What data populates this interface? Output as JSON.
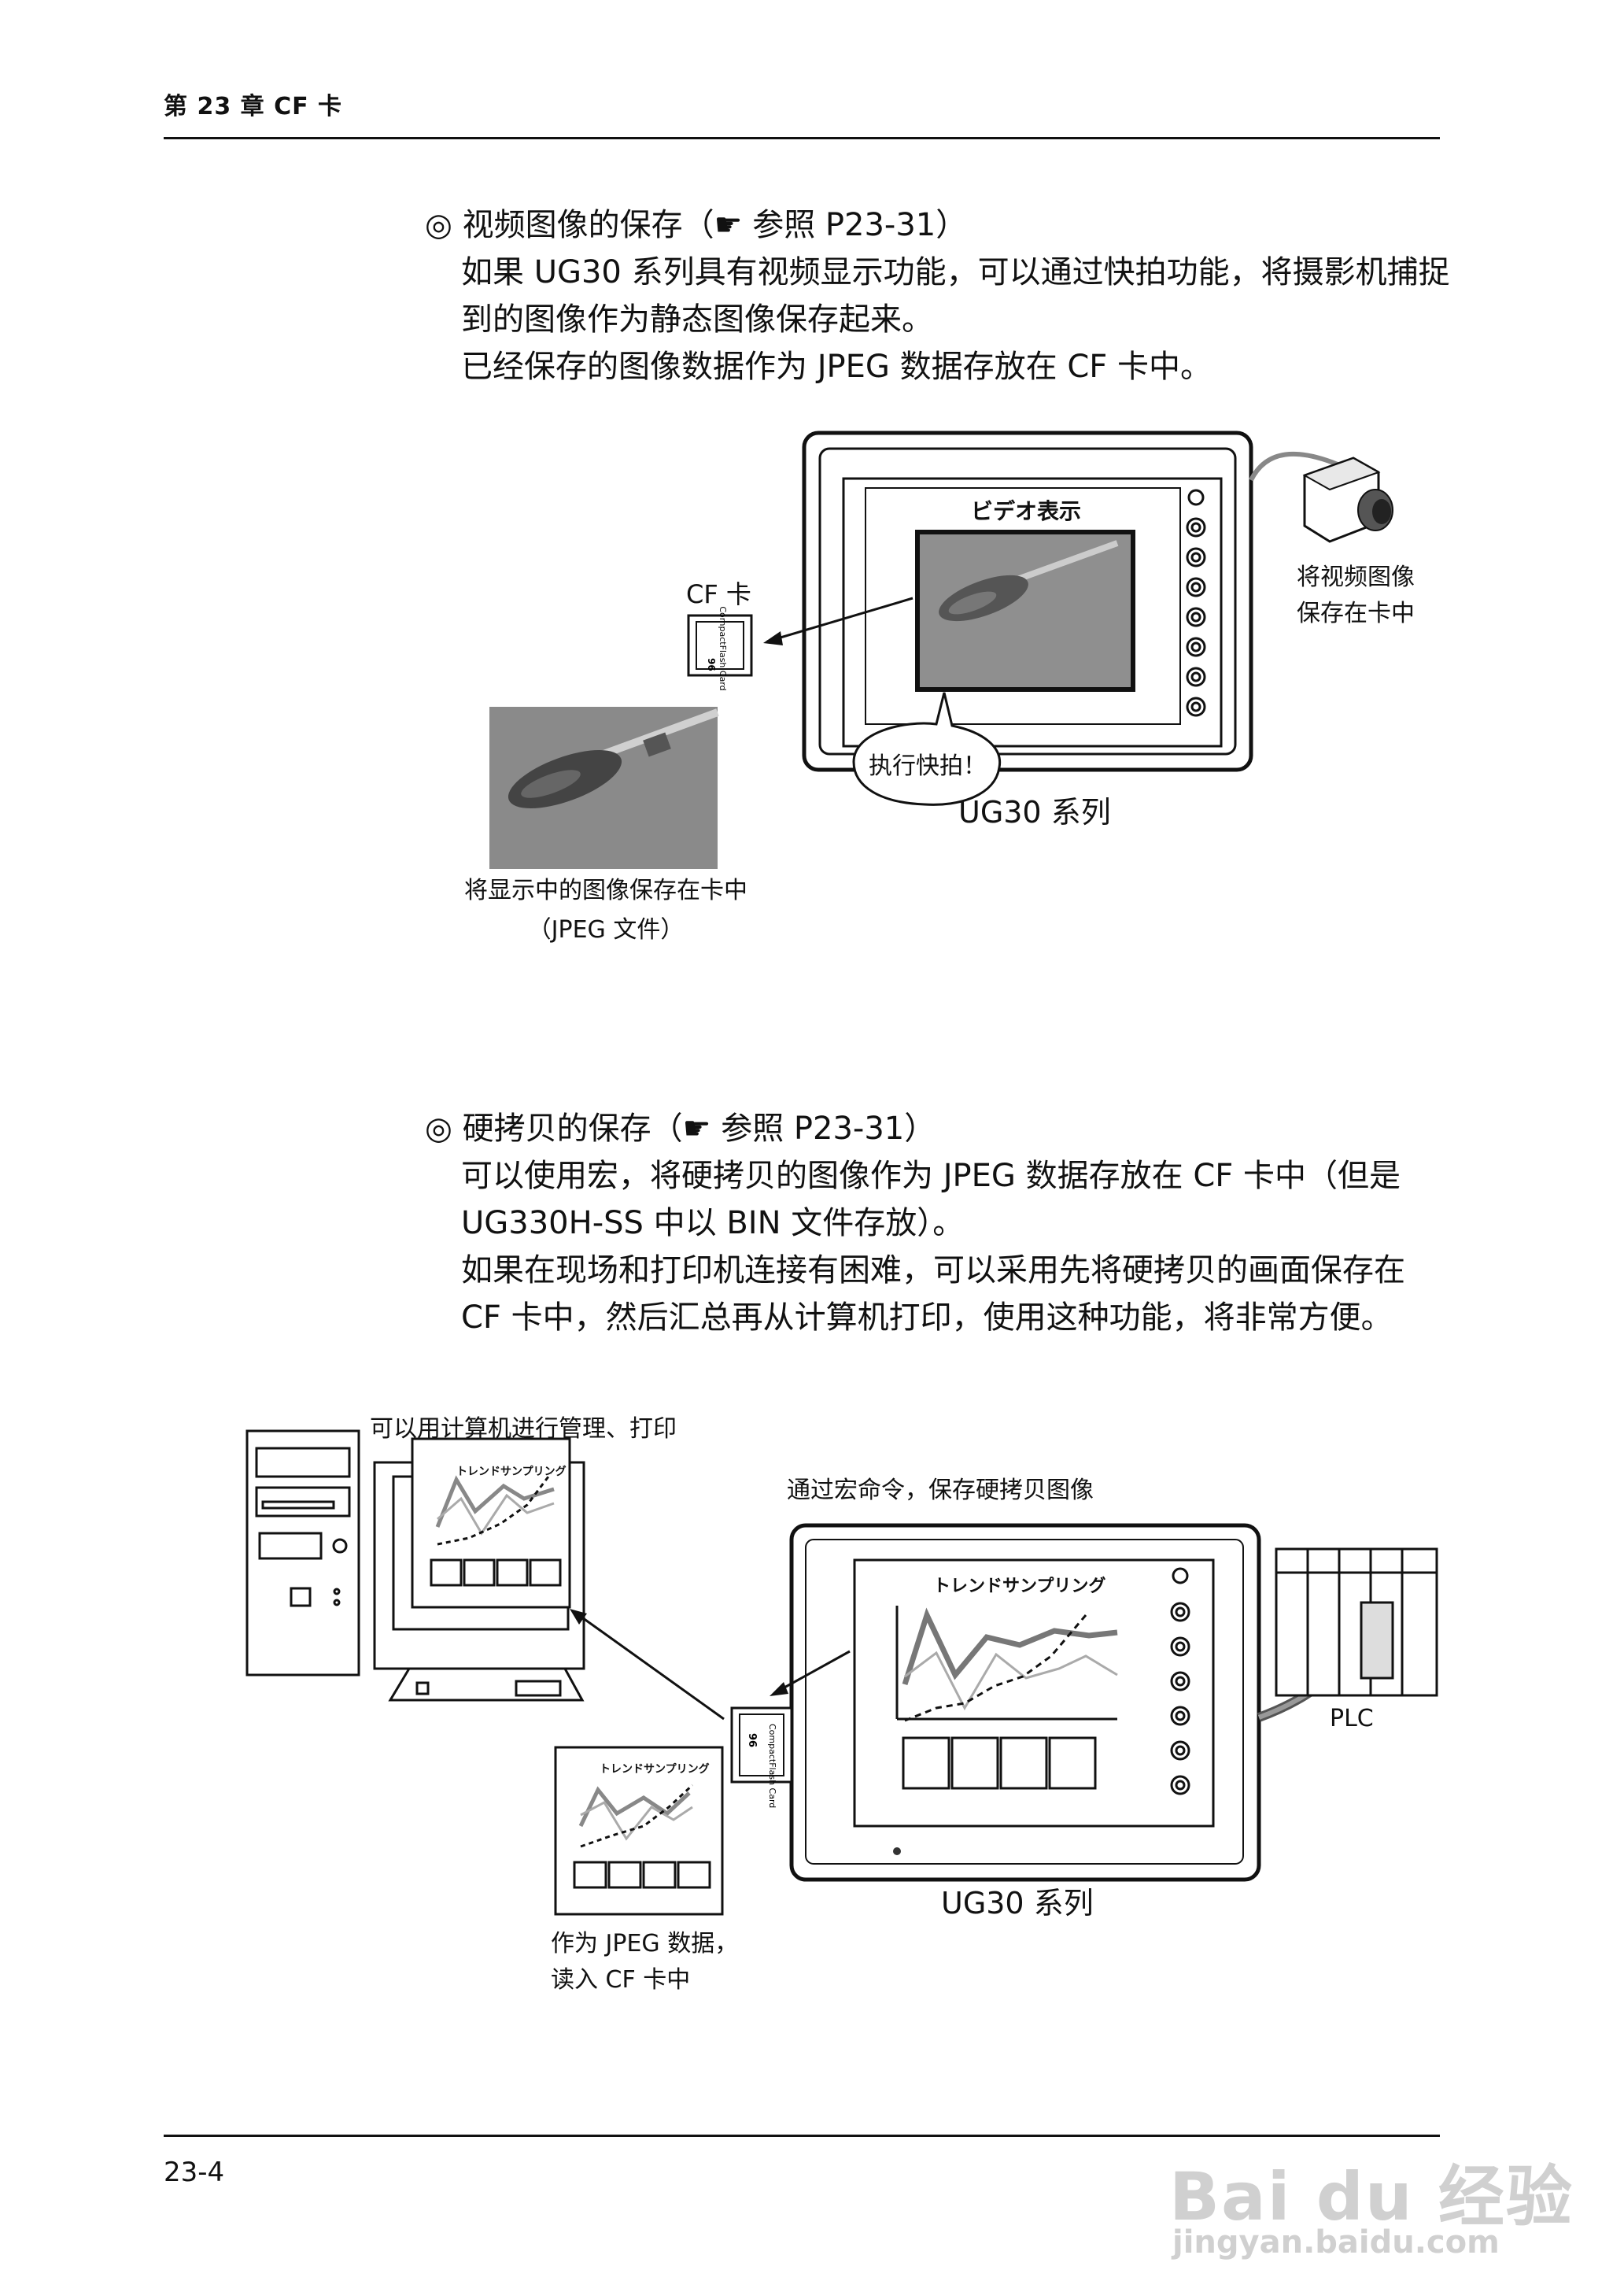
{
  "header": {
    "chapter": "第 23 章    CF 卡"
  },
  "section1": {
    "heading": "◎ 视频图像的保存（☛  参照 P23-31）",
    "lines": [
      "如果 UG30 系列具有视频显示功能，可以通过快拍功能，将摄影机捕捉",
      "到的图像作为静态图像保存起来。",
      "已经保存的图像数据作为 JPEG 数据存放在 CF 卡中。"
    ]
  },
  "figure1": {
    "screen_title": "ビデオ表示",
    "cf_label": "CF 卡",
    "camera_caption": [
      "将视频图像",
      "保存在卡中"
    ],
    "bubble": "执行快拍！",
    "series_label": "UG30 系列",
    "photo_caption": [
      "将显示中的图像保存在卡中",
      "（JPEG 文件）"
    ]
  },
  "section2": {
    "heading": "◎ 硬拷贝的保存（☛  参照 P23-31）",
    "lines": [
      "可以使用宏，将硬拷贝的图像作为 JPEG 数据存放在 CF 卡中（但是",
      "UG330H-SS 中以 BIN 文件存放）。",
      "如果在现场和打印机连接有困难，可以采用先将硬拷贝的画面保存在",
      "CF 卡中，然后汇总再从计算机打印，使用这种功能，将非常方便。"
    ]
  },
  "figure2": {
    "pc_caption": "可以用计算机进行管理、打印",
    "macro_caption": "通过宏命令，保存硬拷贝图像",
    "trend_title": "トレンドサンプリング",
    "plc_label": "PLC",
    "series_label": "UG30 系列",
    "jpeg_caption": [
      "作为 JPEG 数据，",
      "读入 CF 卡中"
    ]
  },
  "footer": {
    "page_number": "23-4"
  },
  "watermark": {
    "brand": "Bai du 经验",
    "url": "jingyan.baidu.com"
  }
}
